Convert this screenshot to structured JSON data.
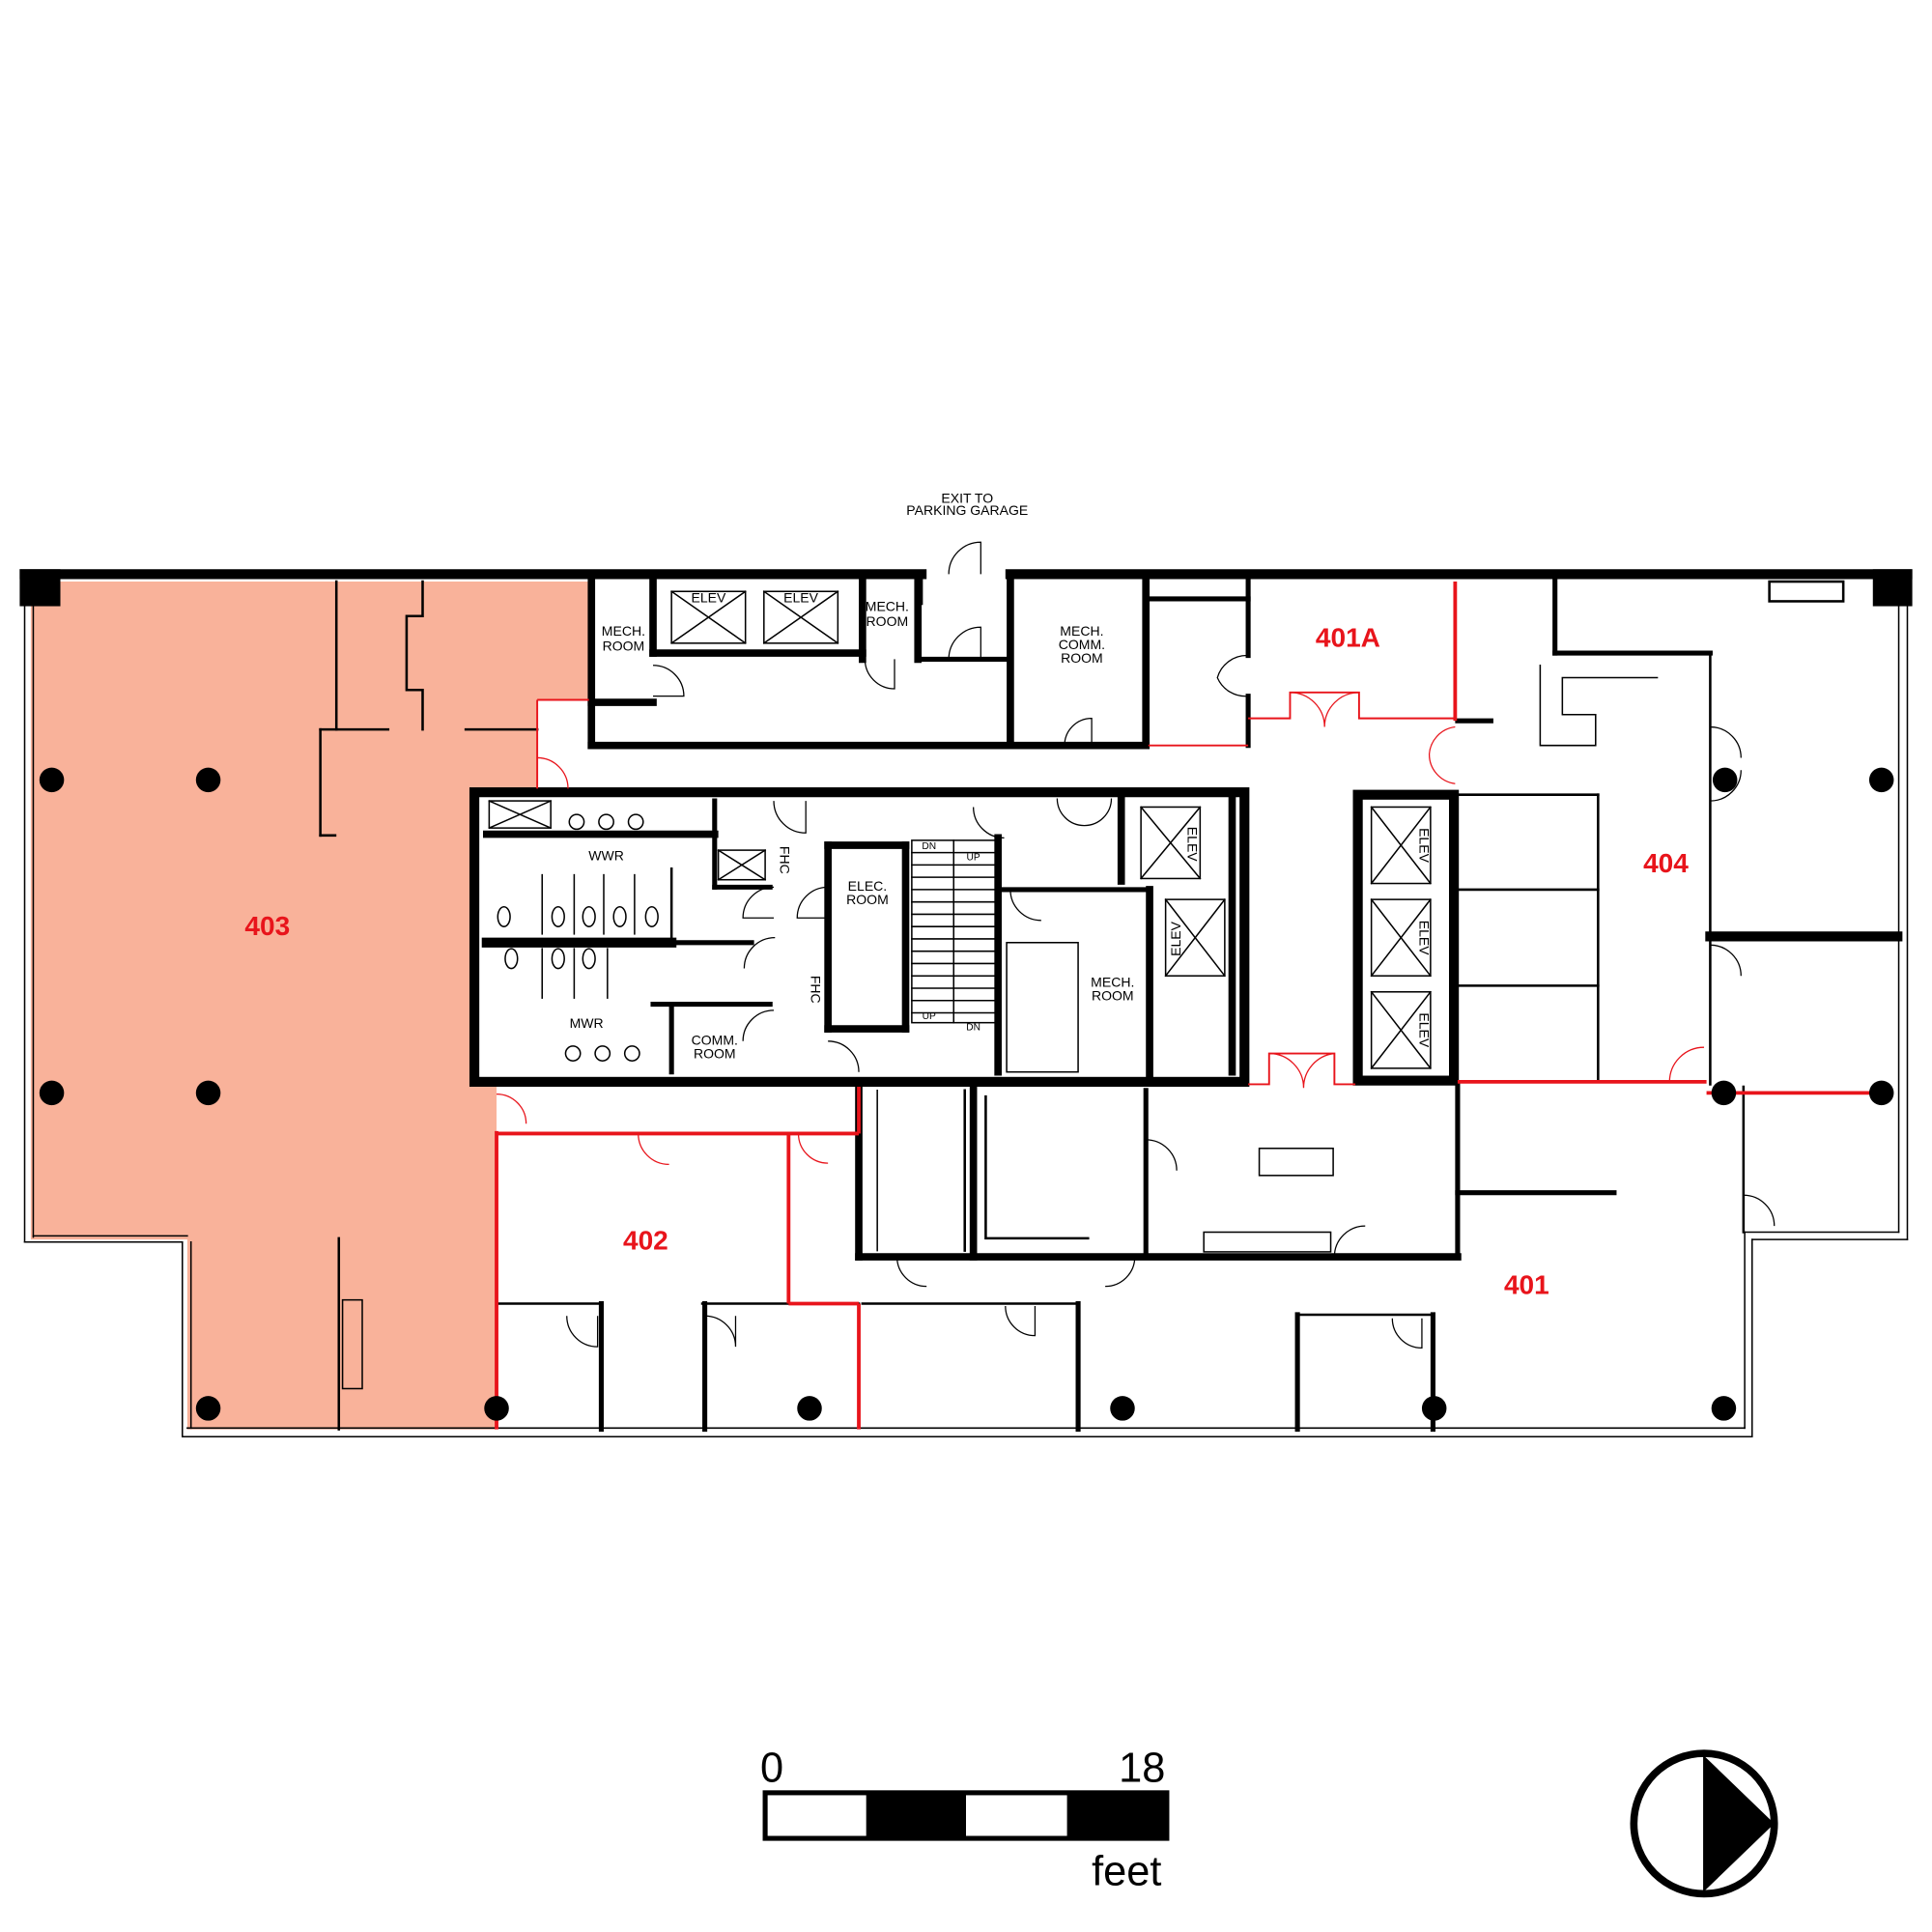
{
  "colors": {
    "highlight_fill": "#F9B29A",
    "unit_label": "#E8141B",
    "walls": "#000000"
  },
  "exit_label": [
    "EXIT TO",
    "PARKING GARAGE"
  ],
  "units": [
    {
      "id": "403",
      "label": "403",
      "highlighted": true
    },
    {
      "id": "402",
      "label": "402",
      "highlighted": false
    },
    {
      "id": "401A",
      "label": "401A",
      "highlighted": false
    },
    {
      "id": "404",
      "label": "404",
      "highlighted": false
    },
    {
      "id": "401",
      "label": "401",
      "highlighted": false
    }
  ],
  "rooms": {
    "mech_room_1": [
      "MECH.",
      "ROOM"
    ],
    "mech_room_2": [
      "MECH.",
      "ROOM"
    ],
    "mech_comm_room": [
      "MECH.",
      "COMM.",
      "ROOM"
    ],
    "wwr": "WWR",
    "mwr": "MWR",
    "comm_room": [
      "COMM.",
      "ROOM"
    ],
    "elec_room": [
      "ELEC.",
      "ROOM"
    ],
    "mech_room_3": [
      "MECH.",
      "ROOM"
    ],
    "fhc": "FHC",
    "elev": "ELEV",
    "stair_dn": "DN",
    "stair_up": "UP"
  },
  "scale_bar": {
    "start": "0",
    "end": "18",
    "unit": "feet",
    "segments": 4
  },
  "north_arrow": {
    "icon": "north-arrow-icon",
    "direction": "right"
  }
}
